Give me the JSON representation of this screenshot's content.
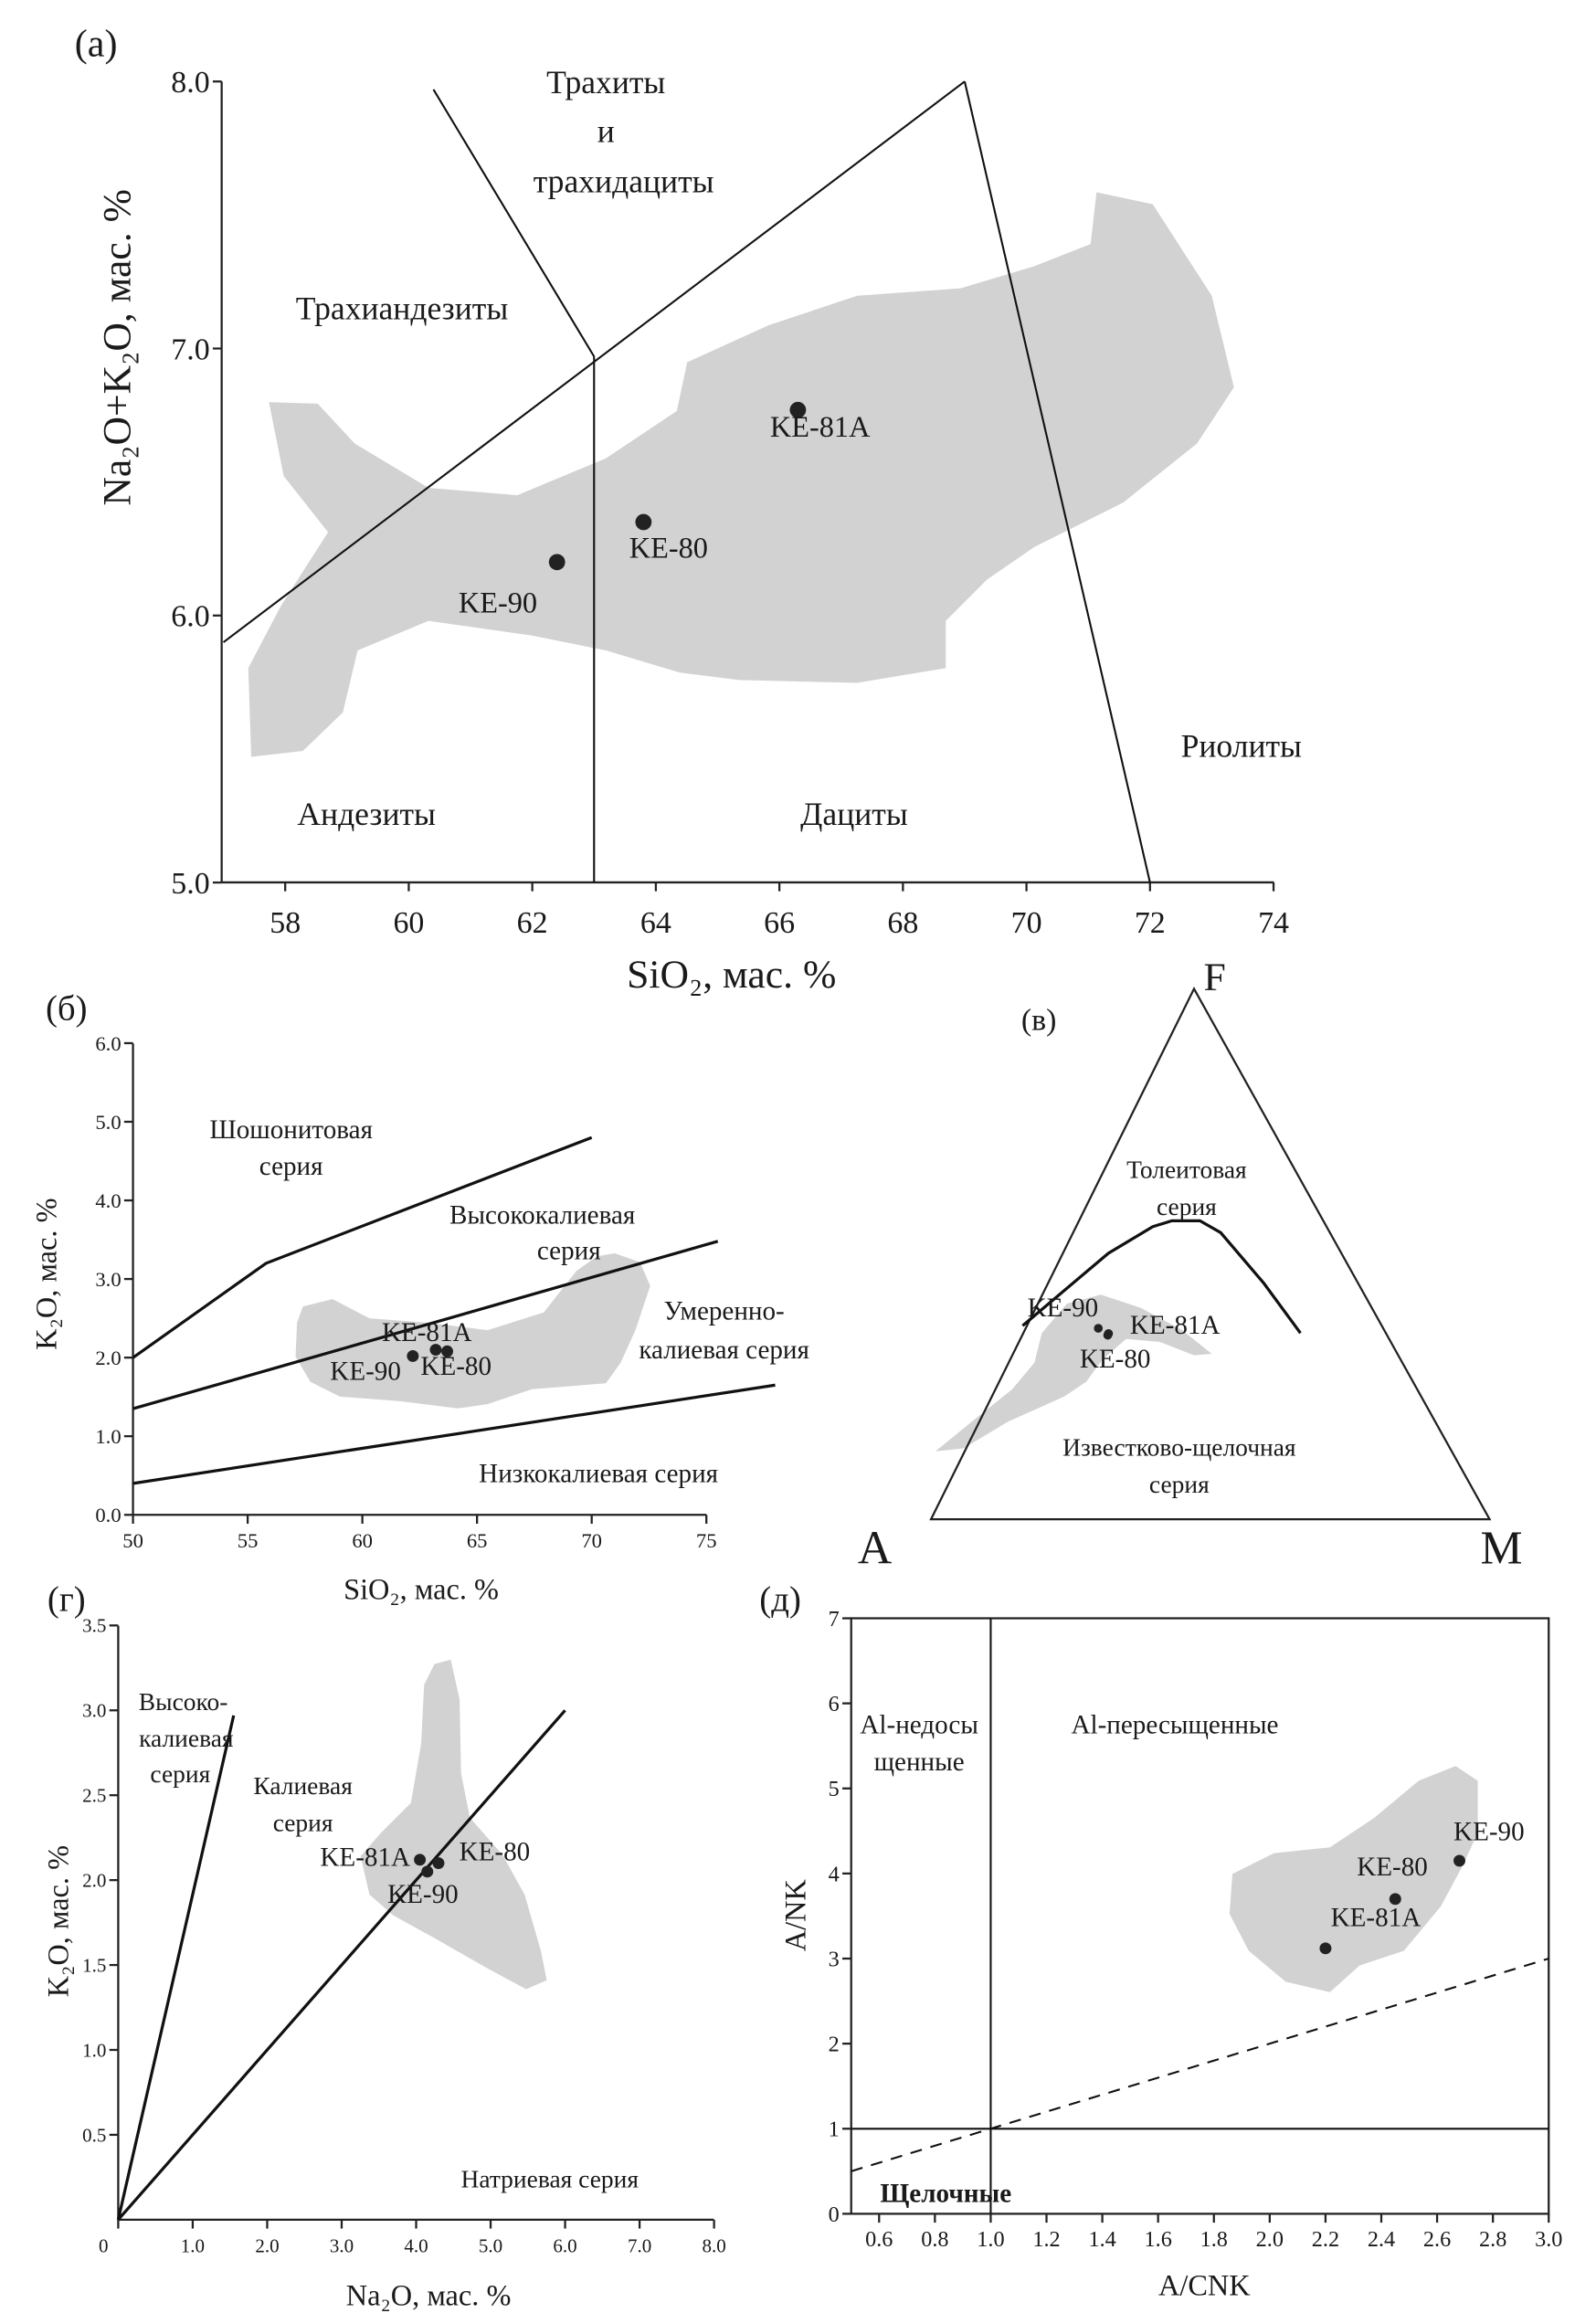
{
  "colors": {
    "field": "#d2d2d2",
    "lines": "#111111",
    "points": "#222222"
  },
  "chart_data": [
    {
      "id": "a",
      "type": "scatter",
      "panel_label": "(а)",
      "xlabel": "SiO₂, мас. %",
      "ylabel": "Na₂O+K₂O, мас. %",
      "xlim": [
        57,
        74
      ],
      "ylim": [
        5.0,
        8.0
      ],
      "xticks": [
        {
          "v": 58,
          "label": "58"
        },
        {
          "v": 60,
          "label": "60"
        },
        {
          "v": 62,
          "label": "62"
        },
        {
          "v": 64,
          "label": "64"
        },
        {
          "v": 66,
          "label": "66"
        },
        {
          "v": 68,
          "label": "68"
        },
        {
          "v": 70,
          "label": "70"
        },
        {
          "v": 72,
          "label": "72"
        },
        {
          "v": 74,
          "label": "74"
        }
      ],
      "yticks": [
        {
          "v": 5,
          "label": "5.0"
        },
        {
          "v": 6,
          "label": "6.0"
        },
        {
          "v": 7,
          "label": "7.0"
        },
        {
          "v": 8,
          "label": "8.0"
        }
      ],
      "boundaries": [
        {
          "points": [
            [
              57,
              5.9
            ],
            [
              69,
              8.0
            ]
          ]
        },
        {
          "points": [
            [
              69,
              8.0
            ],
            [
              72,
              5.0
            ]
          ]
        },
        {
          "points": [
            [
              60.4,
              7.97
            ],
            [
              63,
              6.97
            ]
          ]
        },
        {
          "points": [
            [
              63,
              6.97
            ],
            [
              63,
              5.0
            ]
          ]
        }
      ],
      "points": [
        {
          "name": "KE-90",
          "x": 62.4,
          "y": 6.2
        },
        {
          "name": "KE-80",
          "x": 63.8,
          "y": 6.35
        },
        {
          "name": "KE-81A",
          "x": 66.3,
          "y": 6.77
        }
      ],
      "region_labels": [
        {
          "lines": [
            "Трахиты",
            "и",
            "трахидациты"
          ]
        },
        {
          "lines": [
            "Трахиандезиты"
          ]
        },
        {
          "lines": [
            "Андезиты"
          ]
        },
        {
          "lines": [
            "Дациты"
          ]
        },
        {
          "lines": [
            "Риолиты"
          ]
        }
      ]
    },
    {
      "id": "b",
      "type": "scatter",
      "panel_label": "(б)",
      "xlabel": "SiO₂, мас. %",
      "ylabel": "K₂O, мас. %",
      "xlim": [
        50,
        75
      ],
      "ylim": [
        0,
        6
      ],
      "xticks": [
        {
          "v": 50,
          "label": "50"
        },
        {
          "v": 55,
          "label": "55"
        },
        {
          "v": 60,
          "label": "60"
        },
        {
          "v": 65,
          "label": "65"
        },
        {
          "v": 70,
          "label": "70"
        },
        {
          "v": 75,
          "label": "75"
        }
      ],
      "yticks": [
        {
          "v": 0,
          "label": "0.0"
        },
        {
          "v": 1,
          "label": "1.0"
        },
        {
          "v": 2,
          "label": "2.0"
        },
        {
          "v": 3,
          "label": "3.0"
        },
        {
          "v": 4,
          "label": "4.0"
        },
        {
          "v": 5,
          "label": "5.0"
        },
        {
          "v": 6,
          "label": "6.0"
        }
      ],
      "boundaries": [
        {
          "points": [
            [
              50,
              2.0
            ],
            [
              55.8,
              3.2
            ],
            [
              70,
              4.8
            ]
          ]
        },
        {
          "points": [
            [
              50,
              1.35
            ],
            [
              75.5,
              3.48
            ]
          ]
        },
        {
          "points": [
            [
              50,
              0.4
            ],
            [
              78,
              1.65
            ]
          ]
        }
      ],
      "points": [
        {
          "name": "KE-90",
          "x": 62.2,
          "y": 2.02
        },
        {
          "name": "KE-81A",
          "x": 63.2,
          "y": 2.1
        },
        {
          "name": "KE-80",
          "x": 63.7,
          "y": 2.08
        }
      ],
      "region_labels": [
        {
          "lines": [
            "Шошонитовая",
            "серия"
          ]
        },
        {
          "lines": [
            "Высококалиевая",
            "серия"
          ]
        },
        {
          "lines": [
            "Умеренно-",
            "калиевая серия"
          ]
        },
        {
          "lines": [
            "Низкокалиевая серия"
          ]
        }
      ]
    },
    {
      "id": "v",
      "type": "scatter",
      "panel_label": "(в)",
      "vertices": {
        "top": "F",
        "left": "A",
        "right": "M"
      },
      "points": [
        {
          "name": "KE-90",
          "A": 51,
          "F": 36,
          "M": 13
        },
        {
          "name": "KE-81A",
          "A": 49.7,
          "F": 35,
          "M": 15.3
        },
        {
          "name": "KE-80",
          "A": 50,
          "F": 34.7,
          "M": 15.3
        }
      ],
      "region_labels": [
        {
          "lines": [
            "Толеитовая",
            "серия"
          ]
        },
        {
          "lines": [
            "Известково-щелочная",
            "серия"
          ]
        }
      ]
    },
    {
      "id": "g",
      "type": "scatter",
      "panel_label": "(г)",
      "xlabel": "Na₂O, мас. %",
      "ylabel": "K₂O, мас. %",
      "xlim": [
        0,
        8
      ],
      "ylim": [
        0,
        3.5
      ],
      "xticks": [
        {
          "v": 0,
          "label": "0"
        },
        {
          "v": 1,
          "label": "1.0"
        },
        {
          "v": 2,
          "label": "2.0"
        },
        {
          "v": 3,
          "label": "3.0"
        },
        {
          "v": 4,
          "label": "4.0"
        },
        {
          "v": 5,
          "label": "5.0"
        },
        {
          "v": 6,
          "label": "6.0"
        },
        {
          "v": 7,
          "label": "7.0"
        },
        {
          "v": 8,
          "label": "8.0"
        }
      ],
      "yticks": [
        {
          "v": 0.5,
          "label": "0.5"
        },
        {
          "v": 1,
          "label": "1.0"
        },
        {
          "v": 1.5,
          "label": "1.5"
        },
        {
          "v": 2,
          "label": "2.0"
        },
        {
          "v": 2.5,
          "label": "2.5"
        },
        {
          "v": 3,
          "label": "3.0"
        },
        {
          "v": 3.5,
          "label": "3.5"
        }
      ],
      "boundaries": [
        {
          "points": [
            [
              0,
              0
            ],
            [
              1.55,
              2.97
            ]
          ]
        },
        {
          "points": [
            [
              0,
              0
            ],
            [
              6.0,
              3.0
            ]
          ]
        }
      ],
      "points": [
        {
          "name": "KE-81A",
          "x": 4.05,
          "y": 2.12
        },
        {
          "name": "KE-90",
          "x": 4.15,
          "y": 2.05
        },
        {
          "name": "KE-80",
          "x": 4.3,
          "y": 2.1
        }
      ],
      "region_labels": [
        {
          "lines": [
            "Высоко-",
            "калиевая",
            "серия"
          ]
        },
        {
          "lines": [
            "Калиевая",
            "серия"
          ]
        },
        {
          "lines": [
            "Натриевая серия"
          ]
        }
      ]
    },
    {
      "id": "d",
      "type": "scatter",
      "panel_label": "(д)",
      "xlabel": "A/CNK",
      "ylabel": "A/NK",
      "xlim": [
        0.5,
        3.0
      ],
      "ylim": [
        0,
        7
      ],
      "xticks": [
        {
          "v": 0.6,
          "label": "0.6"
        },
        {
          "v": 0.8,
          "label": "0.8"
        },
        {
          "v": 1.0,
          "label": "1.0"
        },
        {
          "v": 1.2,
          "label": "1.2"
        },
        {
          "v": 1.4,
          "label": "1.4"
        },
        {
          "v": 1.6,
          "label": "1.6"
        },
        {
          "v": 1.8,
          "label": "1.8"
        },
        {
          "v": 2.0,
          "label": "2.0"
        },
        {
          "v": 2.2,
          "label": "2.2"
        },
        {
          "v": 2.4,
          "label": "2.4"
        },
        {
          "v": 2.6,
          "label": "2.6"
        },
        {
          "v": 2.8,
          "label": "2.8"
        },
        {
          "v": 3.0,
          "label": "3.0"
        }
      ],
      "yticks": [
        {
          "v": 0,
          "label": "0"
        },
        {
          "v": 1,
          "label": "1"
        },
        {
          "v": 2,
          "label": "2"
        },
        {
          "v": 3,
          "label": "3"
        },
        {
          "v": 4,
          "label": "4"
        },
        {
          "v": 5,
          "label": "5"
        },
        {
          "v": 6,
          "label": "6"
        },
        {
          "v": 7,
          "label": "7"
        }
      ],
      "boundaries": [
        {
          "points": [
            [
              1.0,
              0
            ],
            [
              1.0,
              7
            ]
          ]
        },
        {
          "points": [
            [
              0.5,
              1
            ],
            [
              3.0,
              1
            ]
          ]
        },
        {
          "points": [
            [
              0.5,
              0.5
            ],
            [
              3.0,
              3.0
            ]
          ],
          "dashed": true
        }
      ],
      "points": [
        {
          "name": "KE-81A",
          "x": 2.2,
          "y": 3.12
        },
        {
          "name": "KE-80",
          "x": 2.45,
          "y": 3.7
        },
        {
          "name": "KE-90",
          "x": 2.68,
          "y": 4.15
        }
      ],
      "region_labels": [
        {
          "lines": [
            "Al-недосы",
            "щенные"
          ]
        },
        {
          "lines": [
            "Al-пересыщенные"
          ]
        },
        {
          "lines": [
            "Щелочные"
          ],
          "bold": true
        }
      ]
    }
  ]
}
